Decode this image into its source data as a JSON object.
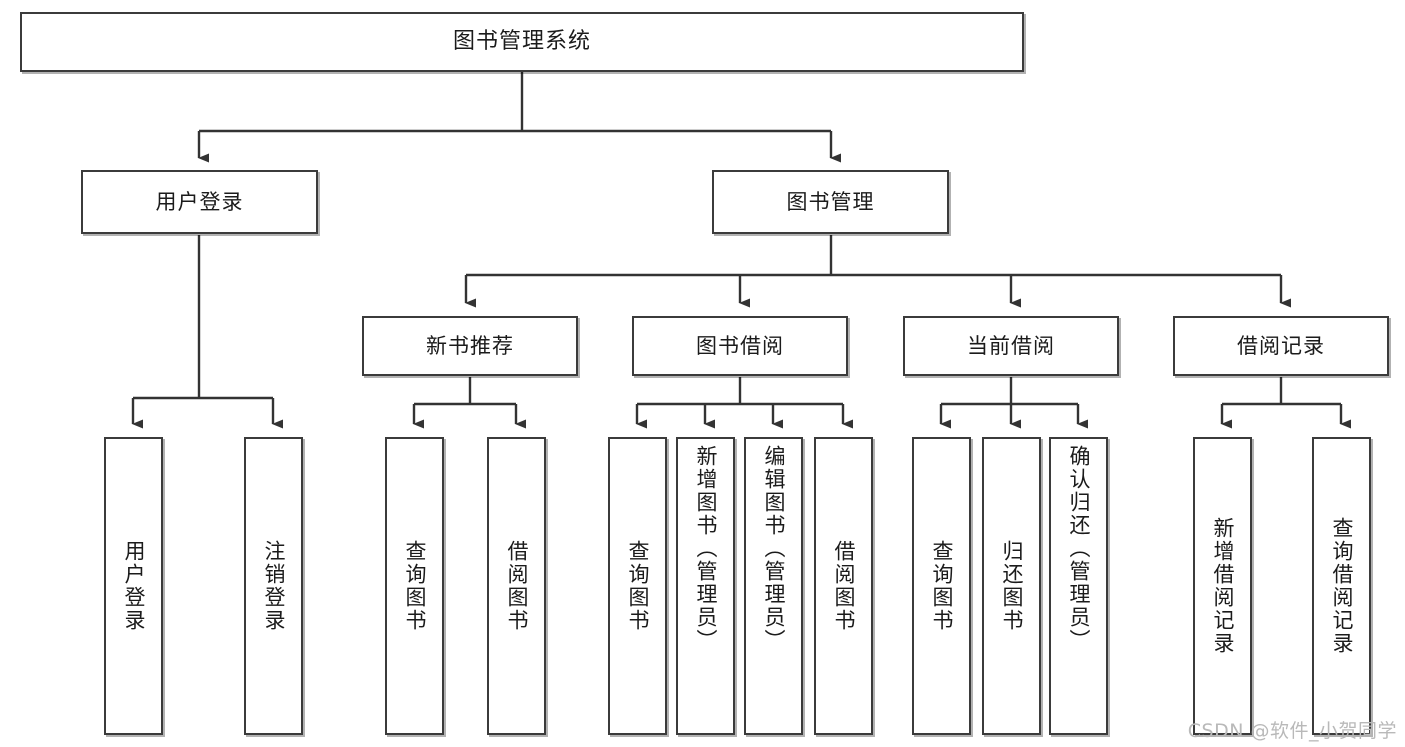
{
  "diagram": {
    "title": "图书管理系统",
    "type": "tree",
    "watermark": "CSDN @软件_小贺同学",
    "colors": {
      "border": "#3b3b3b",
      "text": "#1b1b1b",
      "background": "#ffffff",
      "connector": "#333333",
      "watermark": "#b9b9b9"
    },
    "levels": {
      "root": {
        "label": "图书管理系统"
      },
      "level2": [
        {
          "label": "用户登录"
        },
        {
          "label": "图书管理"
        }
      ],
      "level3": [
        {
          "label": "新书推荐"
        },
        {
          "label": "图书借阅"
        },
        {
          "label": "当前借阅"
        },
        {
          "label": "借阅记录"
        }
      ],
      "leaves": {
        "用户登录": [
          {
            "label": "用户登录"
          },
          {
            "label": "注销登录"
          }
        ],
        "新书推荐": [
          {
            "label": "查询图书"
          },
          {
            "label": "借阅图书"
          }
        ],
        "图书借阅": [
          {
            "label": "查询图书"
          },
          {
            "label": "新增图书（管理员）"
          },
          {
            "label": "编辑图书（管理员）"
          },
          {
            "label": "借阅图书"
          }
        ],
        "当前借阅": [
          {
            "label": "查询图书"
          },
          {
            "label": "归还图书"
          },
          {
            "label": "确认归还（管理员）"
          }
        ],
        "借阅记录": [
          {
            "label": "新增借阅记录"
          },
          {
            "label": "查询借阅记录"
          }
        ]
      }
    },
    "nodes": {
      "root": "图书管理系统",
      "user_login": "用户登录",
      "book_manage": "图书管理",
      "new_book_rec": "新书推荐",
      "book_borrow": "图书借阅",
      "current_borrow": "当前借阅",
      "borrow_record": "借阅记录",
      "leaf_user_login": "用户登录",
      "leaf_logout": "注销登录",
      "leaf_query_book_a": "查询图书",
      "leaf_borrow_book_a": "借阅图书",
      "leaf_query_book_b": "查询图书",
      "leaf_add_book": "新增图书（管理员）",
      "leaf_edit_book": "编辑图书（管理员）",
      "leaf_borrow_book_b": "借阅图书",
      "leaf_query_book_c": "查询图书",
      "leaf_return_book": "归还图书",
      "leaf_confirm_return": "确认归还（管理员）",
      "leaf_add_record": "新增借阅记录",
      "leaf_query_record": "查询借阅记录"
    }
  }
}
